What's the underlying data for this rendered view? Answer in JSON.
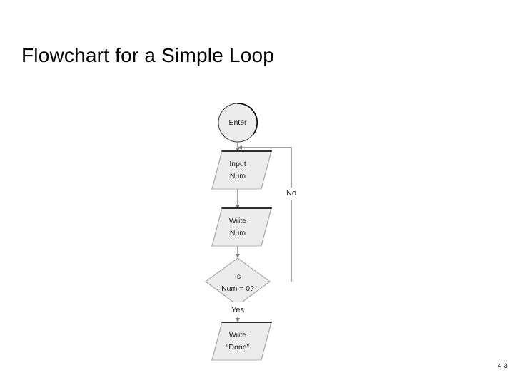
{
  "slide": {
    "title": "Flowchart for a Simple Loop",
    "page_number": "4-3",
    "background_color": "#ffffff"
  },
  "figure": {
    "name": "simple-loop-flowchart",
    "shape_fill_color": "#ececec",
    "shape_border_color": "#101010",
    "connector_color": "#808080",
    "nodes": [
      {
        "id": "enter",
        "type": "terminator",
        "label": "Enter"
      },
      {
        "id": "input-num",
        "type": "input-output",
        "label_line1": "Input",
        "label_line2": "Num"
      },
      {
        "id": "write-num",
        "type": "input-output",
        "label_line1": "Write",
        "label_line2": "Num"
      },
      {
        "id": "decision",
        "type": "decision",
        "label_line1": "Is",
        "label_line2": "Num = 0?"
      },
      {
        "id": "write-done",
        "type": "input-output",
        "label_line1": "Write",
        "label_line2": "“Done”"
      }
    ],
    "edge_labels": {
      "no": "No",
      "yes": "Yes"
    }
  },
  "chart_data": {
    "type": "diagram",
    "title": "Flowchart for a Simple Loop",
    "nodes": [
      {
        "id": "enter",
        "shape": "circle",
        "text": "Enter"
      },
      {
        "id": "input-num",
        "shape": "parallelogram",
        "text": "Input Num"
      },
      {
        "id": "write-num",
        "shape": "parallelogram",
        "text": "Write Num"
      },
      {
        "id": "decision",
        "shape": "diamond",
        "text": "Is Num = 0?"
      },
      {
        "id": "write-done",
        "shape": "parallelogram",
        "text": "Write “Done”"
      }
    ],
    "edges": [
      {
        "from": "enter",
        "to": "input-num",
        "label": ""
      },
      {
        "from": "input-num",
        "to": "write-num",
        "label": ""
      },
      {
        "from": "write-num",
        "to": "decision",
        "label": ""
      },
      {
        "from": "decision",
        "to": "write-done",
        "label": "Yes"
      },
      {
        "from": "decision",
        "to": "input-num",
        "label": "No"
      }
    ]
  }
}
